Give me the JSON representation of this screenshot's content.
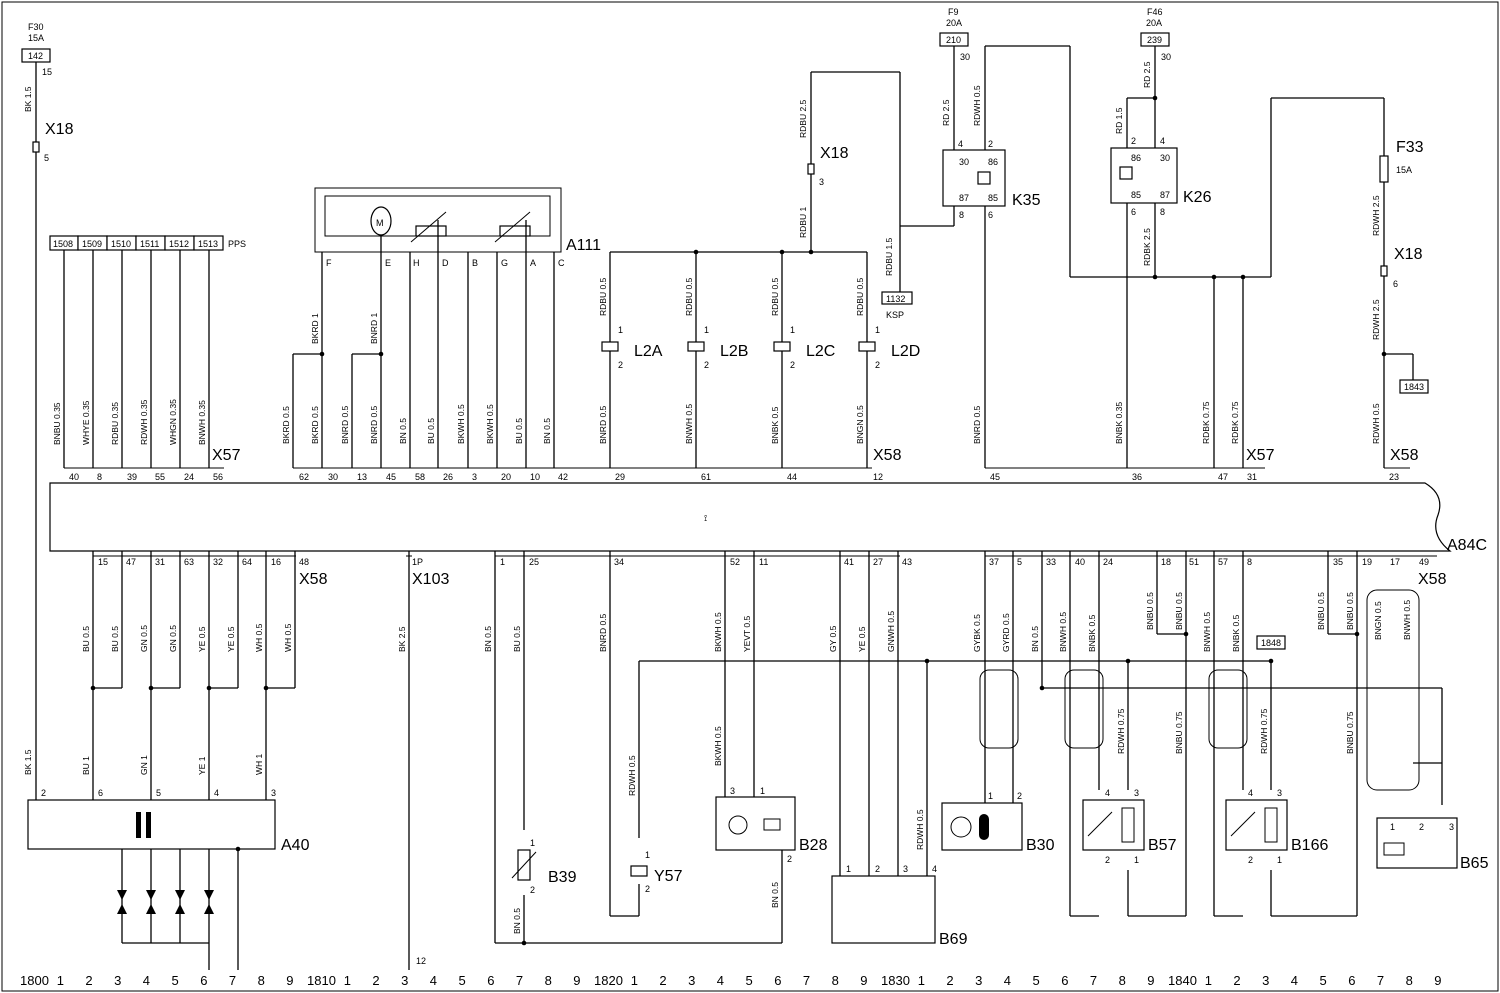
{
  "title_block": {
    "fuses_top": [
      {
        "id": "F30",
        "rating": "15A",
        "circuit": "142",
        "pin": "15"
      },
      {
        "id": "F9",
        "rating": "20A",
        "circuit": "210",
        "pin": "30"
      },
      {
        "id": "F46",
        "rating": "20A",
        "circuit": "239",
        "pin": "30"
      }
    ]
  },
  "components": {
    "X18": "X18",
    "X57": "X57",
    "X58": "X58",
    "X103": "X103",
    "A111": "A111",
    "A84C": "A84C",
    "K35": "K35",
    "K26": "K26",
    "F33": "F33",
    "F33_rating": "15A",
    "L2A": "L2A",
    "L2B": "L2B",
    "L2C": "L2C",
    "L2D": "L2D",
    "A40": "A40",
    "B39": "B39",
    "Y57": "Y57",
    "B28": "B28",
    "B69": "B69",
    "B30": "B30",
    "B57": "B57",
    "B166": "B166",
    "B65": "B65",
    "M": "M",
    "PPS": "PPS",
    "KSP": "KSP"
  },
  "pps_boxes": [
    "1508",
    "1509",
    "1510",
    "1511",
    "1512",
    "1513"
  ],
  "ref_boxes": {
    "ksp": "1132",
    "f33_out": "1843",
    "b166_ref": "1848"
  },
  "relay_k35": {
    "p30": "30",
    "p86": "86",
    "p87": "87",
    "p85": "85",
    "top_left": "4",
    "top_right": "2",
    "bot_left": "8",
    "bot_right": "6"
  },
  "relay_k26": {
    "p86": "86",
    "p30": "30",
    "p85": "85",
    "p87": "87",
    "top_left": "2",
    "top_right": "4",
    "bot_left": "6",
    "bot_right": "8"
  },
  "a111_pins": [
    "F",
    "E",
    "H",
    "D",
    "B",
    "G",
    "A",
    "C"
  ],
  "x57_top_left_pins": [
    "40",
    "8",
    "39",
    "55",
    "24",
    "56"
  ],
  "x57_mid_pins": [
    "62",
    "30",
    "13",
    "45",
    "58",
    "26",
    "3",
    "20",
    "10",
    "42",
    "29",
    "61",
    "44",
    "12"
  ],
  "x57_right_pins": [
    "45",
    "36",
    "47",
    "31"
  ],
  "x58_top_right_pins": [
    "23"
  ],
  "bottom_pins_left": [
    "15",
    "47",
    "31",
    "63",
    "32",
    "64",
    "16",
    "48"
  ],
  "x103_pin": "1P",
  "bottom_pins_mid": [
    "1",
    "25",
    "34",
    "52",
    "11",
    "41",
    "27",
    "43"
  ],
  "bottom_pins_right": [
    "37",
    "5",
    "33",
    "40",
    "24",
    "18",
    "51",
    "57",
    "8",
    "35",
    "19",
    "17",
    "49"
  ],
  "top_wires_left": [
    "BNBU 0.35",
    "WHYE 0.35",
    "RDBU 0.35",
    "RDWH 0.35",
    "WHGN 0.35",
    "BNWH 0.35"
  ],
  "top_wires_mid": [
    "BKRD 0.5",
    "BKRD 0.5",
    "BNRD 0.5",
    "BNRD 0.5",
    "BN 0.5",
    "BU 0.5",
    "BKWH 0.5",
    "BKWH 0.5",
    "BU 0.5",
    "BN 0.5"
  ],
  "top_wires_l2": [
    "BNRD 0.5",
    "BNWH 0.5",
    "BNBK 0.5",
    "BNGN 0.5"
  ],
  "top_wires_l2_upper": [
    "RDBU 0.5",
    "RDBU 0.5",
    "RDBU 0.5",
    "RDBU 0.5"
  ],
  "top_wires_right": [
    "BNRD 0.5",
    "BNBK 0.35",
    "RDBK 0.75",
    "RDBK 0.75",
    "RDWH 0.5"
  ],
  "misc_wires": {
    "bk15": "BK 1.5",
    "bkrd1": "BKRD 1",
    "bnrd1": "BNRD 1",
    "rdbu25": "RDBU 2.5",
    "rdbu1": "RDBU 1",
    "rdbu15": "RDBU 1.5",
    "rd25a": "RD 2.5",
    "rdwh05": "RDWH 0.5",
    "rd15": "RD 1.5",
    "rd25b": "RD 2.5",
    "rdbk25": "RDBK 2.5",
    "rdwh25a": "RDWH 2.5",
    "rdwh25b": "RDWH 2.5",
    "bk25": "BK 2.5"
  },
  "bottom_wires_left": [
    "BU 0.5",
    "BU 0.5",
    "GN 0.5",
    "GN 0.5",
    "YE 0.5",
    "YE 0.5",
    "WH 0.5",
    "WH 0.5"
  ],
  "a40_wires": [
    "BK 1.5",
    "BU 1",
    "GN 1",
    "YE 1",
    "WH 1"
  ],
  "a40_pins": [
    "2",
    "6",
    "5",
    "4",
    "3"
  ],
  "bottom_wires_mid": [
    "BN 0.5",
    "BU 0.5",
    "BNRD 0.5",
    "BKWH 0.5",
    "YEVT 0.5",
    "GY 0.5",
    "YE 0.5",
    "GNWH 0.5"
  ],
  "bottom_wires_right": [
    "GYBK 0.5",
    "GYRD 0.5",
    "BN 0.5",
    "BNWH 0.5",
    "BNBK 0.5",
    "BNBU 0.5",
    "BNBU 0.5",
    "BNWH 0.5",
    "BNBK 0.5",
    "BNBU 0.5",
    "BNBU 0.5",
    "BNGN 0.5",
    "BNWH 0.5"
  ],
  "lower_wires": {
    "rdwh05": "RDWH 0.5",
    "bkwh05": "BKWH 0.5",
    "bn05a": "BN 0.5",
    "bn05b": "BN 0.5",
    "rdwh05b": "RDWH 0.5",
    "rdwh075a": "RDWH 0.75",
    "bnbu075a": "BNBU 0.75",
    "rdwh075b": "RDWH 0.75",
    "bnbu075b": "BNBU 0.75"
  },
  "ruler": [
    "1800",
    "1",
    "2",
    "3",
    "4",
    "5",
    "6",
    "7",
    "8",
    "9",
    "1810",
    "1",
    "2",
    "3",
    "4",
    "5",
    "6",
    "7",
    "8",
    "9",
    "1820",
    "1",
    "2",
    "3",
    "4",
    "5",
    "6",
    "7",
    "8",
    "9",
    "1830",
    "1",
    "2",
    "3",
    "4",
    "5",
    "6",
    "7",
    "8",
    "9",
    "1840",
    "1",
    "2",
    "3",
    "4",
    "5",
    "6",
    "7",
    "8",
    "9"
  ],
  "misc_pins": {
    "x18a": "5",
    "x18b": "3",
    "x18c": "6",
    "p1": "1",
    "p2": "2",
    "p3": "3",
    "p4": "4",
    "p12": "12",
    "p15": "15",
    "p30": "30"
  }
}
